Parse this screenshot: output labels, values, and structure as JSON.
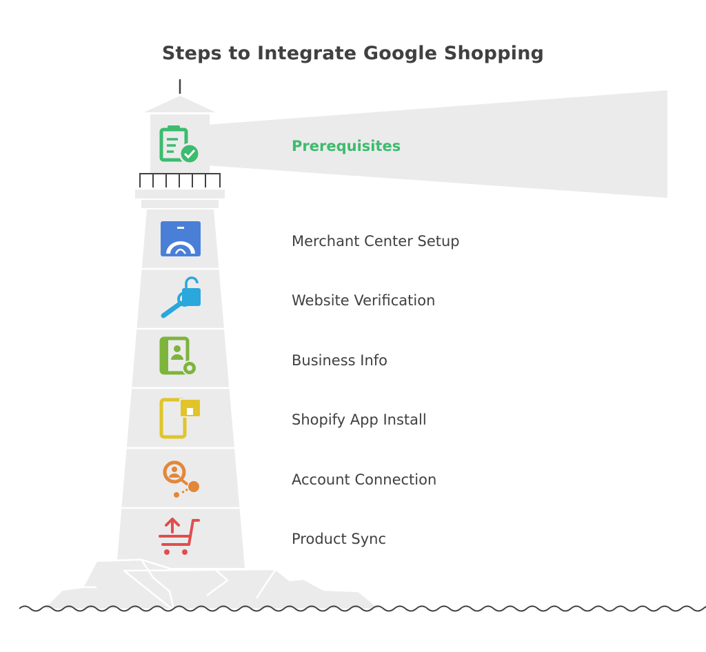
{
  "title": "Steps to Integrate Google Shopping",
  "steps": [
    {
      "label": "Prerequisites",
      "icon": "clipboard-check-icon",
      "color": "#3dbb6e",
      "active": true
    },
    {
      "label": "Merchant Center Setup",
      "icon": "merchant-center-icon",
      "color": "#4a7fd8",
      "active": false
    },
    {
      "label": "Website Verification",
      "icon": "key-unlock-icon",
      "color": "#2aa7dc",
      "active": false
    },
    {
      "label": "Business Info",
      "icon": "profile-settings-icon",
      "color": "#7db43b",
      "active": false
    },
    {
      "label": "Shopify App Install",
      "icon": "mobile-store-icon",
      "color": "#e0c42a",
      "active": false
    },
    {
      "label": "Account Connection",
      "icon": "user-connect-icon",
      "color": "#e2873a",
      "active": false
    },
    {
      "label": "Product Sync",
      "icon": "cart-upload-icon",
      "color": "#e04d4d",
      "active": false
    }
  ],
  "colors": {
    "tower": "#ebebeb",
    "outline": "#ffffff",
    "text": "#404040",
    "line": "#404040"
  }
}
